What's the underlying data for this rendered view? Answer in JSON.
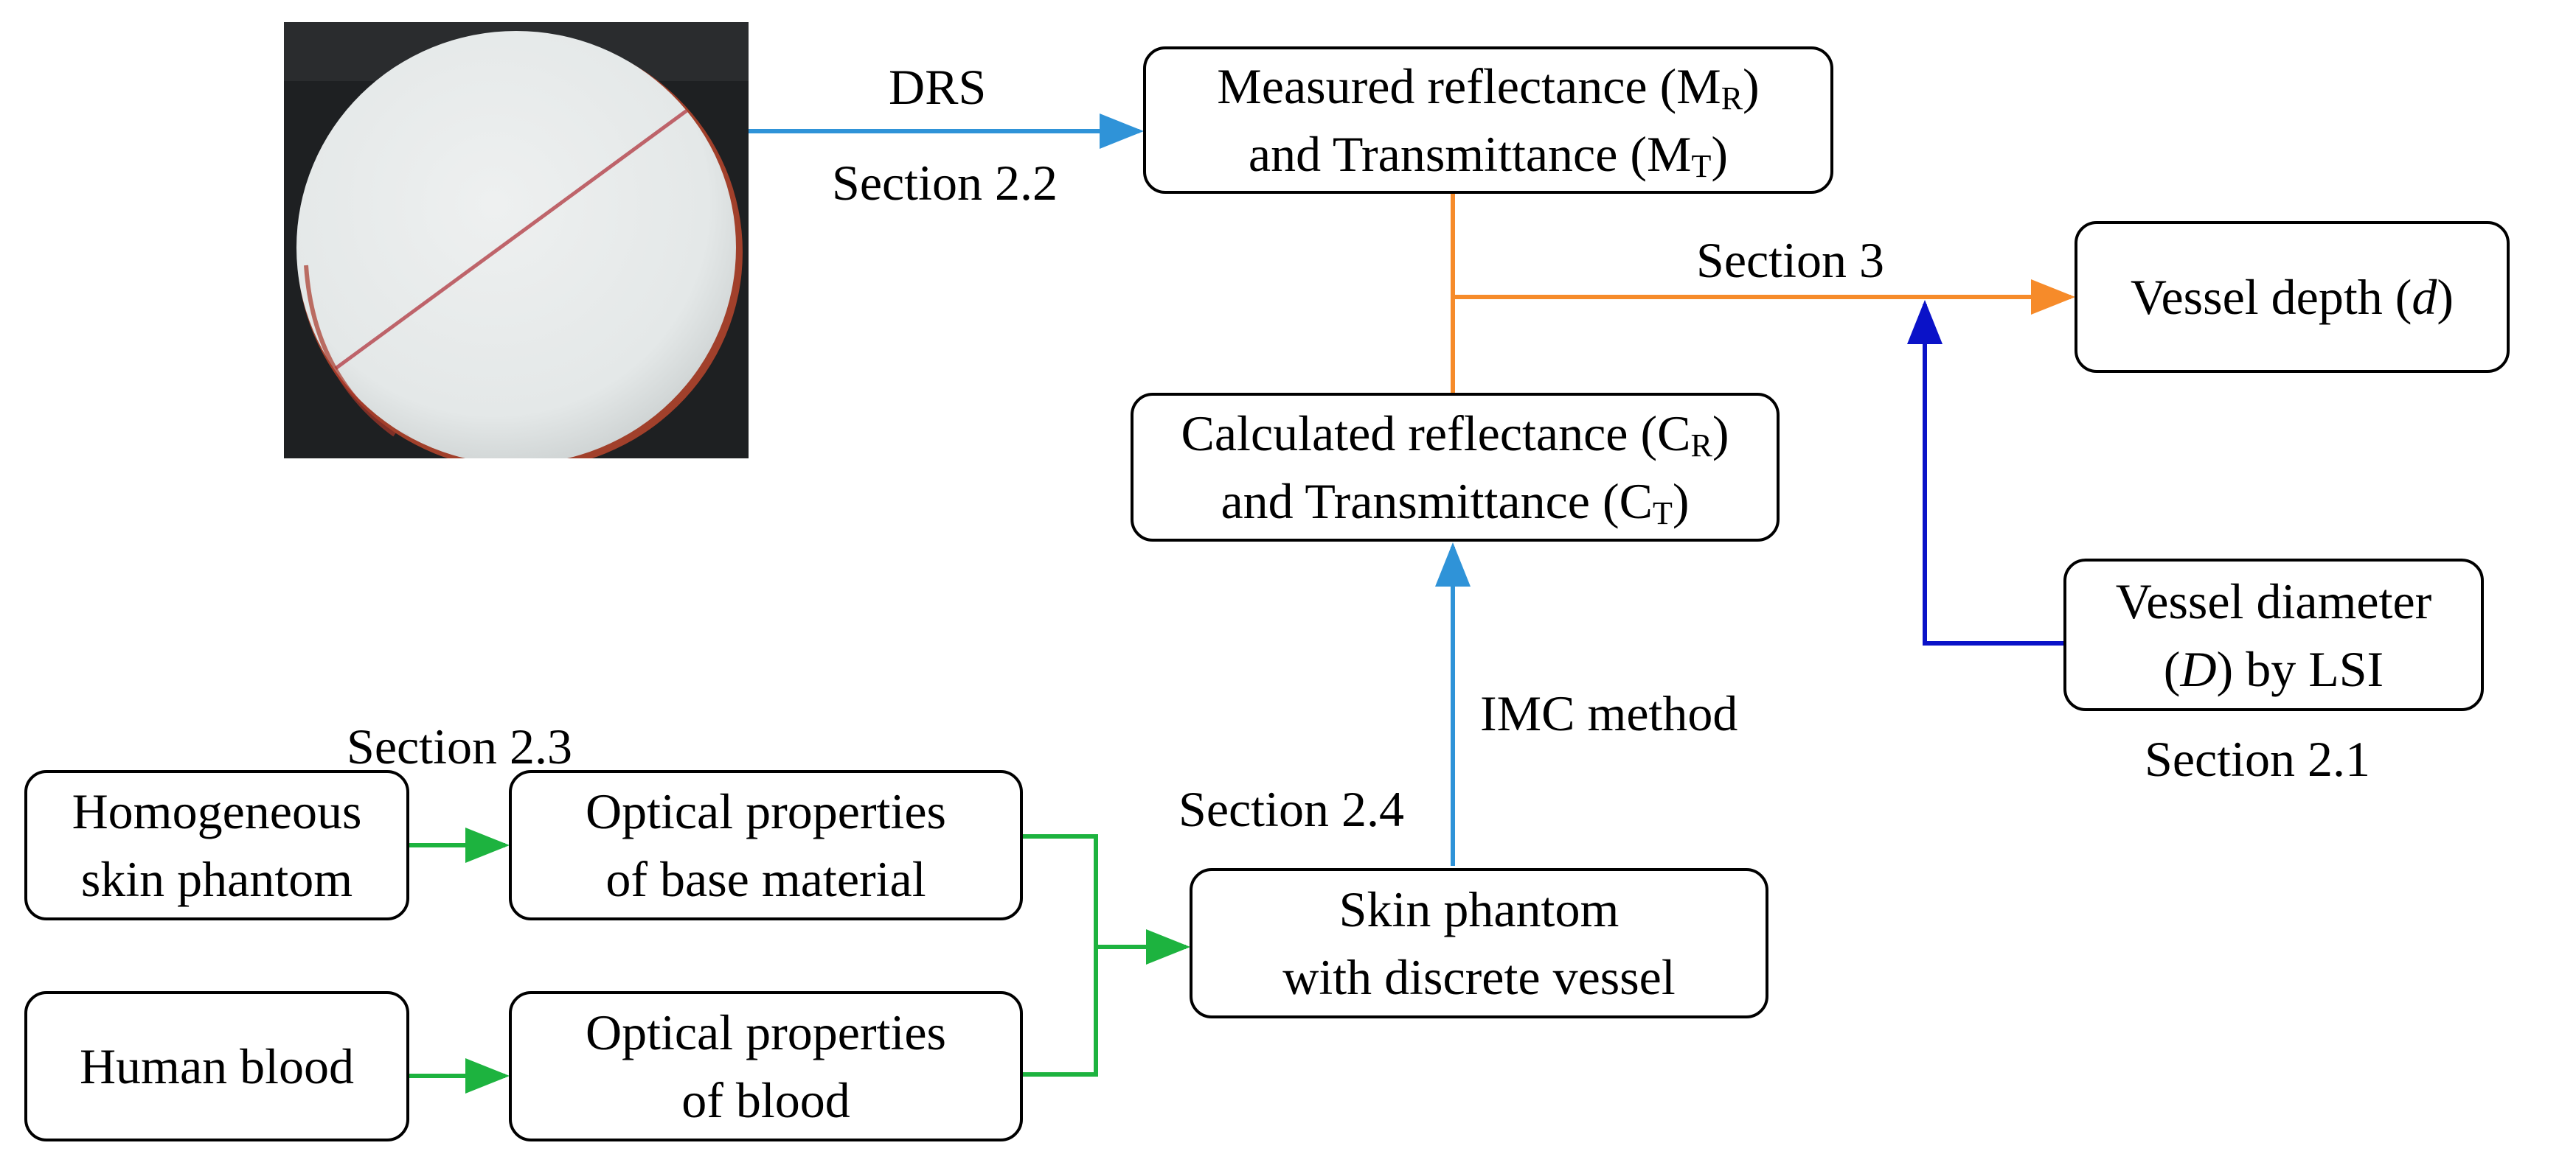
{
  "photo": {
    "description_icon": "circular-phantom-photo-icon",
    "colors": {
      "background": "#1e2022",
      "disk": "#e9ecec",
      "vessel": "#b4424a",
      "edge": "#b8472d"
    }
  },
  "boxes": {
    "measured": {
      "line1_prefix": "Measured reflectance (M",
      "line1_sub": "R",
      "line1_suffix": ")",
      "line2_prefix": "and Transmittance (M",
      "line2_sub": "T",
      "line2_suffix": ")"
    },
    "calculated": {
      "line1_prefix": "Calculated reflectance (C",
      "line1_sub": "R",
      "line1_suffix": ")",
      "line2_prefix": "and Transmittance (C",
      "line2_sub": "T",
      "line2_suffix": ")"
    },
    "depth": {
      "prefix": "Vessel depth (",
      "italic": "d",
      "suffix": ")"
    },
    "diameter": {
      "line1": "Vessel diameter",
      "line2_open": "(",
      "line2_italic": "D",
      "line2_rest": ") by LSI"
    },
    "homogeneous": {
      "line1": "Homogeneous",
      "line2": "skin phantom"
    },
    "opt_base": {
      "line1": "Optical properties",
      "line2": "of base material"
    },
    "blood": {
      "line1": "Human blood"
    },
    "opt_blood": {
      "line1": "Optical properties",
      "line2": "of blood"
    },
    "skin_vessel": {
      "line1": "Skin phantom",
      "line2": "with discrete vessel"
    }
  },
  "labels": {
    "drs": "DRS",
    "sec22": "Section 2.2",
    "sec3": "Section 3",
    "imc": "IMC method",
    "sec24": "Section 2.4",
    "sec23": "Section 2.3",
    "sec21": "Section 2.1"
  },
  "colors": {
    "blue": "#2f93d8",
    "orange": "#f68b2a",
    "navy": "#0a12c8",
    "green": "#1db33f"
  }
}
